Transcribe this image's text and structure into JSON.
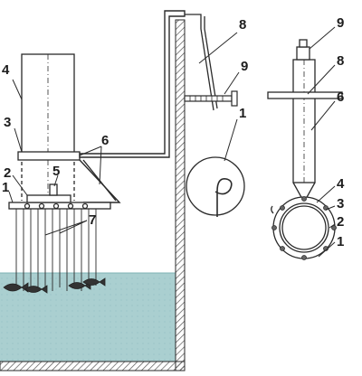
{
  "figure": {
    "main_labels": {
      "l1": "1",
      "l2": "2",
      "l3": "3",
      "l4": "4",
      "l5": "5",
      "l6": "6",
      "l7": "7",
      "l8": "8",
      "l9": "9"
    },
    "detail_labels": {
      "l1": "1"
    },
    "side_labels": {
      "l9": "9",
      "l8": "8",
      "l6": "6",
      "l4": "4",
      "l3": "3",
      "l2": "2",
      "l1": "1"
    }
  },
  "colors": {
    "water": "#aacfd0",
    "line": "#2a2a2a",
    "hatch": "#555555",
    "fish": "#333333"
  }
}
